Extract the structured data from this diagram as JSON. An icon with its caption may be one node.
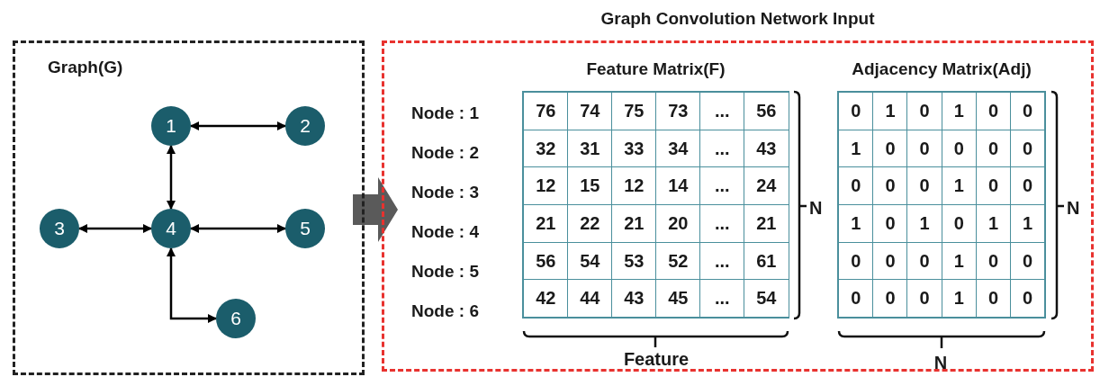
{
  "diagram": {
    "nodes": [
      {
        "text": [
          "Graph(G)"
        ]
      },
      {
        "text": [
          "1"
        ],
        "in": 0
      },
      {
        "text": [
          "2"
        ],
        "in": 0
      },
      {
        "text": [
          "3"
        ],
        "in": 0
      },
      {
        "text": [
          "4"
        ],
        "in": 0
      },
      {
        "text": [
          "5"
        ],
        "in": 0
      },
      {
        "text": [
          "6"
        ],
        "in": 0
      },
      {
        "text": [
          "Graph Convolution Network Input"
        ]
      },
      {
        "text": [
          "Feature Matrix(F)"
        ],
        "in": 7
      },
      {
        "text": [
          "Adjacency Matrix(Adj)"
        ],
        "in": 7
      }
    ],
    "edges": [
      {
        "from": 1,
        "to": 2,
        "arrow": "both"
      },
      {
        "from": 1,
        "to": 4,
        "arrow": "both"
      },
      {
        "from": 3,
        "to": 4,
        "arrow": "both"
      },
      {
        "from": 4,
        "to": 5,
        "arrow": "both"
      },
      {
        "from": 4,
        "to": 6,
        "arrow": "both"
      },
      {
        "from": 0,
        "to": 7,
        "arrow": "to",
        "style": "thick",
        "color": "#5a5a5a"
      }
    ],
    "labels": [
      "Node : 1",
      "Node : 2",
      "Node : 3",
      "Node : 4",
      "Node : 5",
      "Node : 6",
      "76",
      "74",
      "75",
      "73",
      "...",
      "56",
      "32",
      "31",
      "33",
      "34",
      "...",
      "43",
      "12",
      "15",
      "12",
      "14",
      "...",
      "24",
      "21",
      "22",
      "21",
      "20",
      "...",
      "21",
      "56",
      "54",
      "53",
      "52",
      "...",
      "61",
      "42",
      "44",
      "43",
      "45",
      "...",
      "54",
      "0",
      "1",
      "0",
      "1",
      "0",
      "0",
      "1",
      "0",
      "0",
      "0",
      "0",
      "0",
      "0",
      "0",
      "0",
      "1",
      "0",
      "0",
      "1",
      "0",
      "1",
      "0",
      "1",
      "1",
      "0",
      "0",
      "0",
      "1",
      "0",
      "0",
      "0",
      "0",
      "0",
      "1",
      "0",
      "0",
      "N",
      "N",
      "Feature",
      "N"
    ]
  }
}
